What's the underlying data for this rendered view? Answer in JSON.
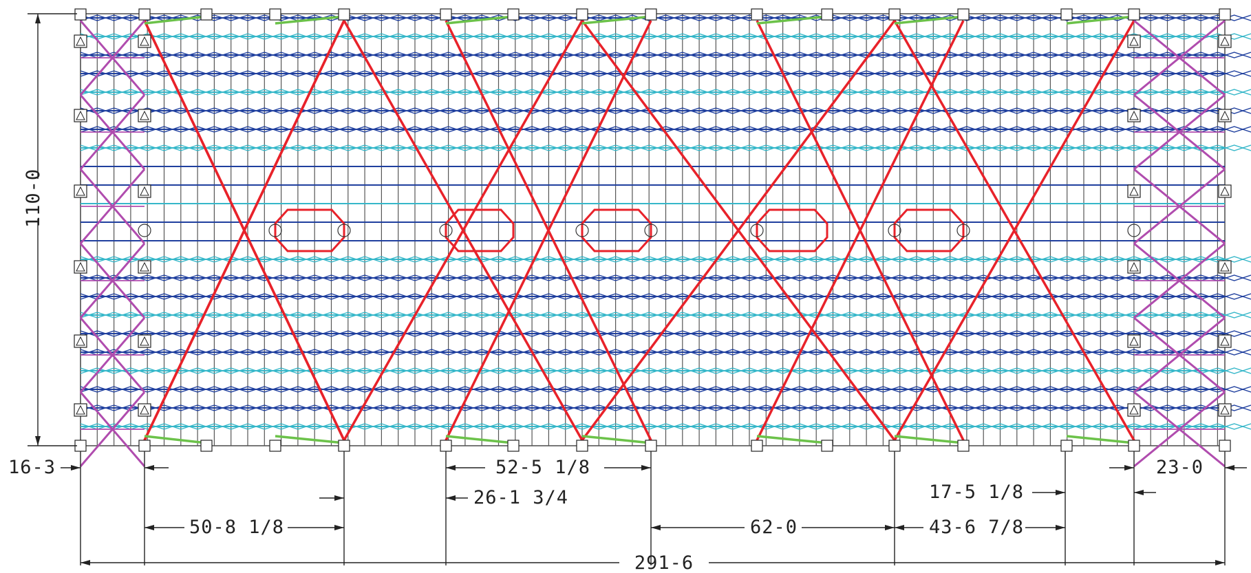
{
  "drawing": {
    "overall_height": "110-0",
    "overall_length": "291-6"
  },
  "dimensions": [
    {
      "id": "left-end-offset",
      "label": "16-3"
    },
    {
      "id": "bay-a",
      "label": "52-5 1/8"
    },
    {
      "id": "bay-b",
      "label": "26-1 3/4"
    },
    {
      "id": "bay-c",
      "label": "50-8 1/8"
    },
    {
      "id": "bay-d",
      "label": "62-0"
    },
    {
      "id": "bay-e",
      "label": "17-5 1/8"
    },
    {
      "id": "bay-f",
      "label": "43-6 7/8"
    },
    {
      "id": "right-end-offset",
      "label": "23-0"
    }
  ],
  "colors": {
    "frame": "#555555",
    "girt_dark": "#1f3f9e",
    "girt_light": "#35b7c9",
    "cross_bracing": "#e8222a",
    "end_bracing": "#b04cae",
    "eave_bracing": "#6cc24a",
    "dimension": "#222222"
  }
}
